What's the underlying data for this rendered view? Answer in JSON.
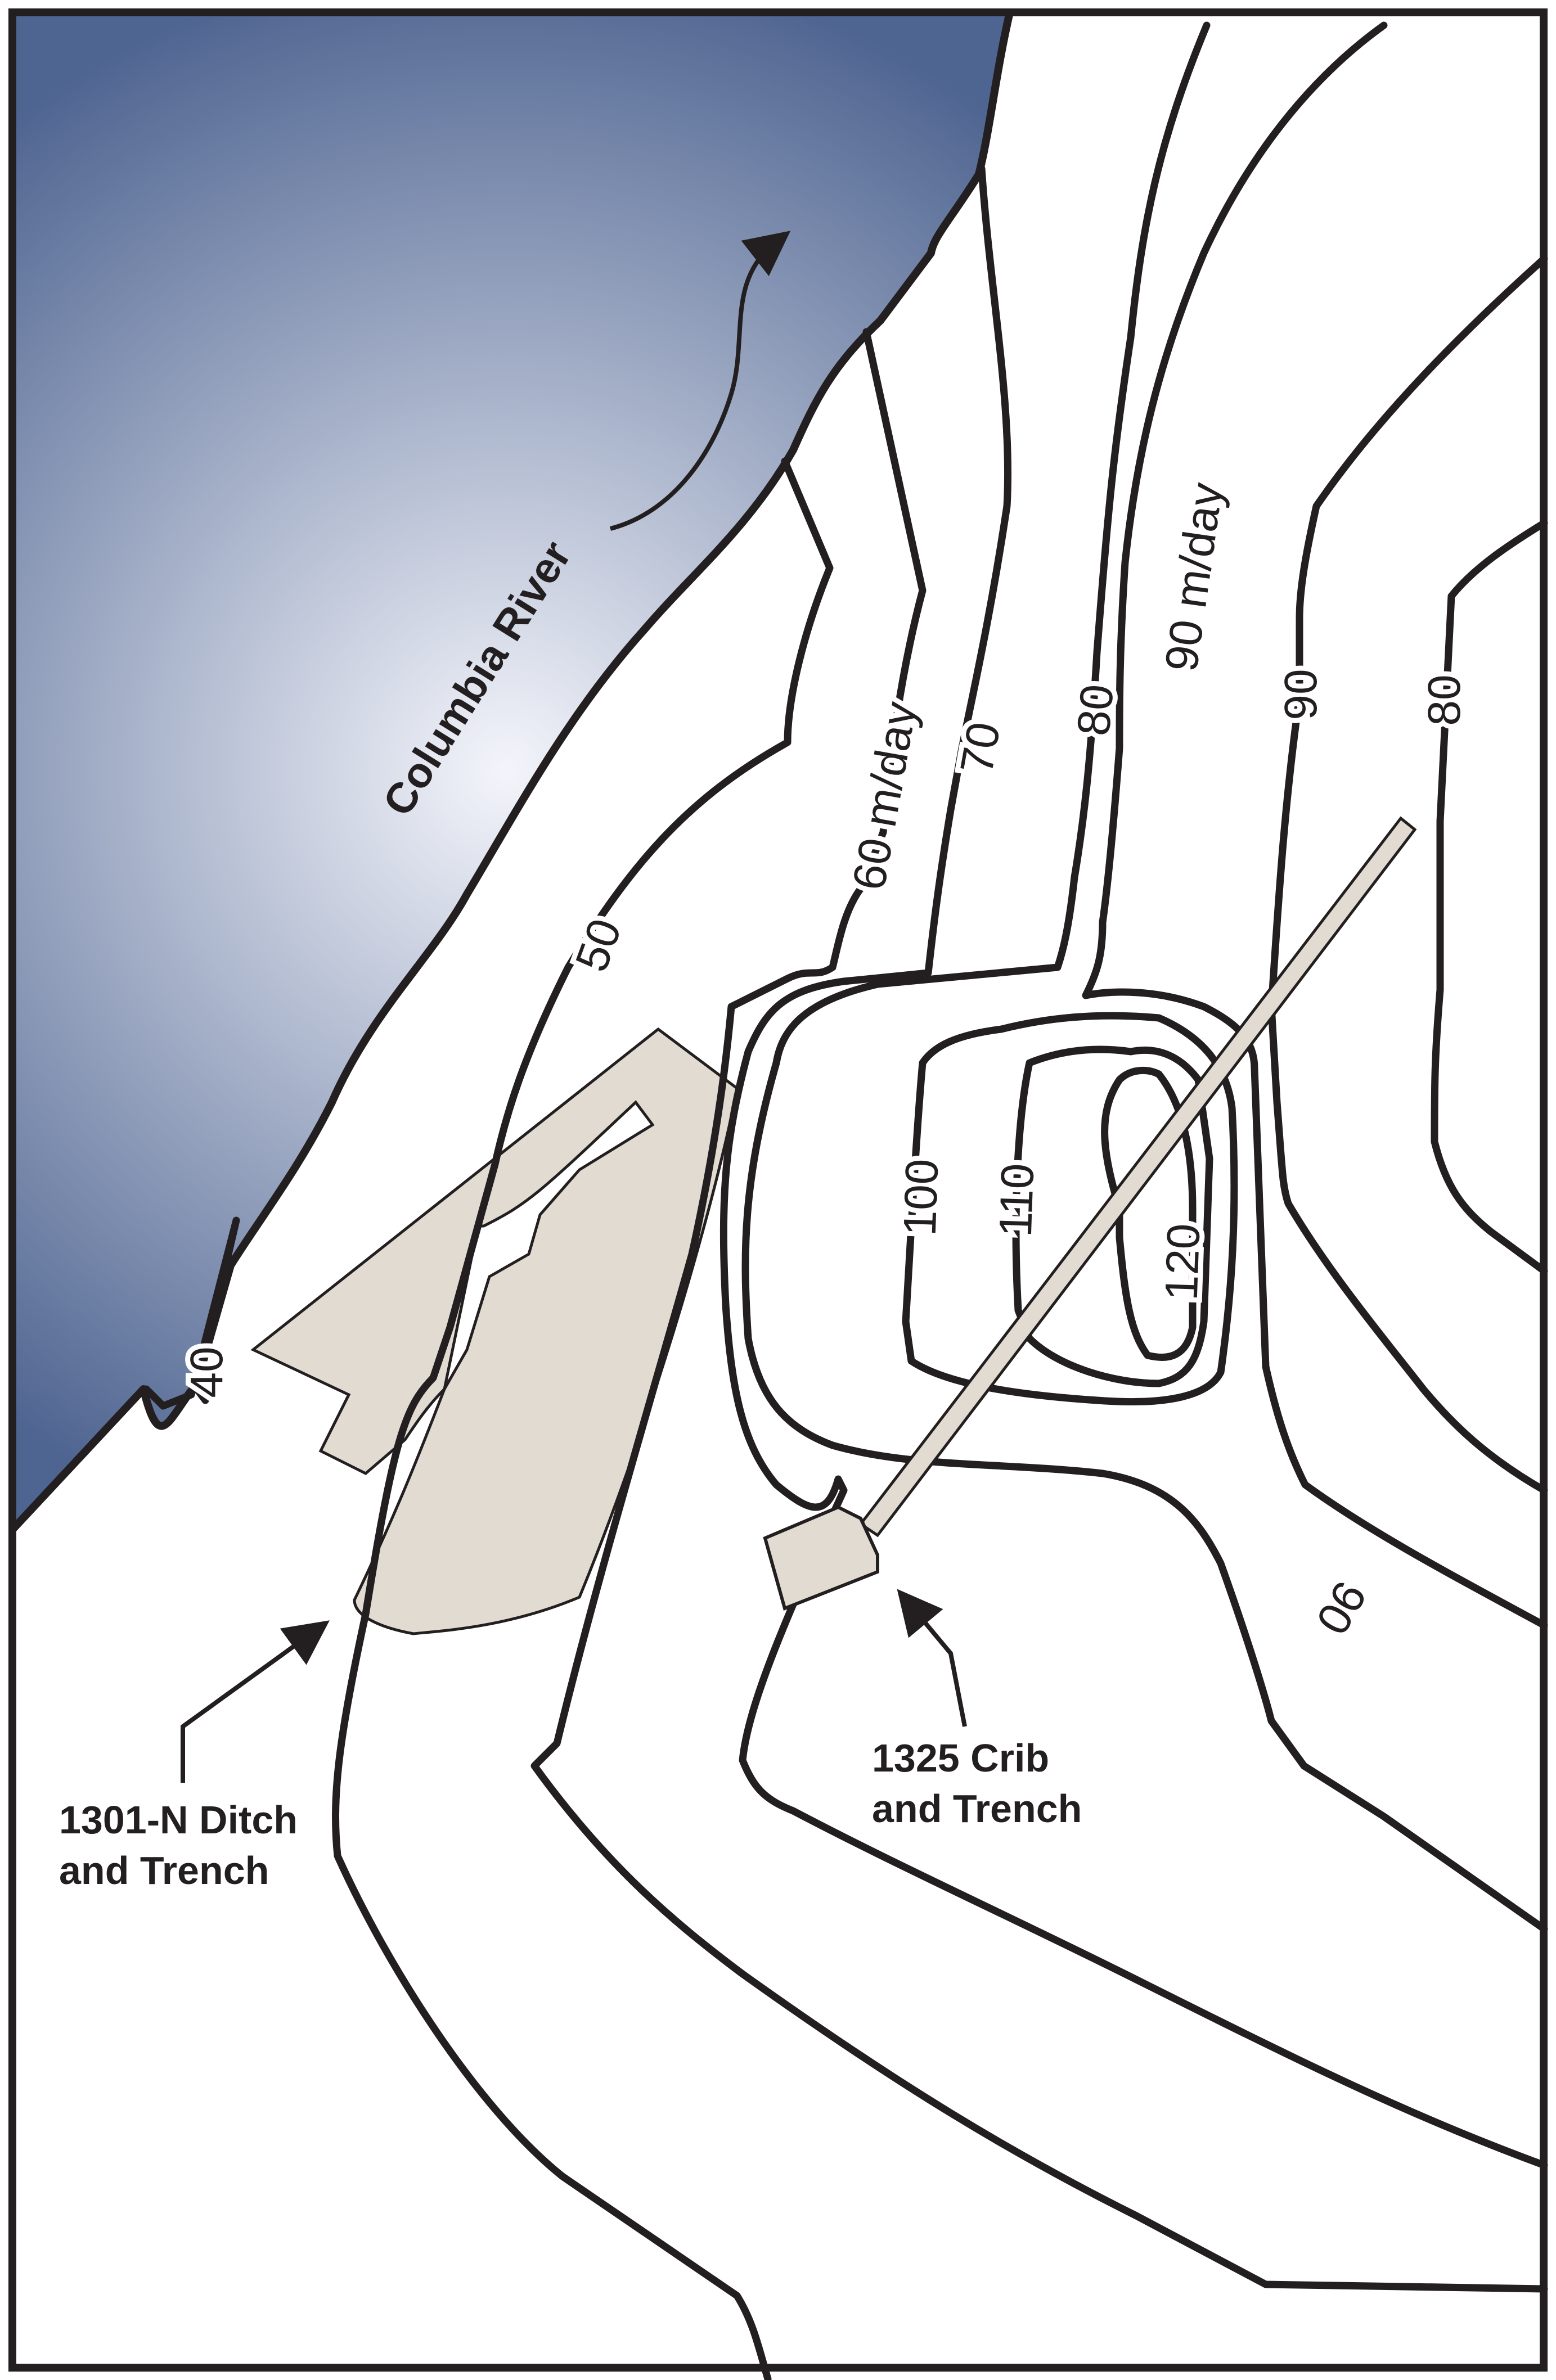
{
  "map": {
    "river_label": "Columbia River",
    "colors": {
      "river_light": "#f4f5fb",
      "river_dark": "#4f6591",
      "site_fill": "#e2dbd2",
      "line": "#231f20"
    },
    "contour_labels": {
      "c40": "40",
      "c50": "50",
      "c60": "60 m/day",
      "c70": "70",
      "c80a": "80",
      "c90a": "90 m/day",
      "c90b": "90",
      "c80b": "80",
      "c90c": "90",
      "c100": "100",
      "c110": "110",
      "c120": "120"
    },
    "sites": {
      "ditch_line1": "1301-N Ditch",
      "ditch_line2": "and Trench",
      "crib_line1": "1325 Crib",
      "crib_line2": "and Trench"
    }
  }
}
